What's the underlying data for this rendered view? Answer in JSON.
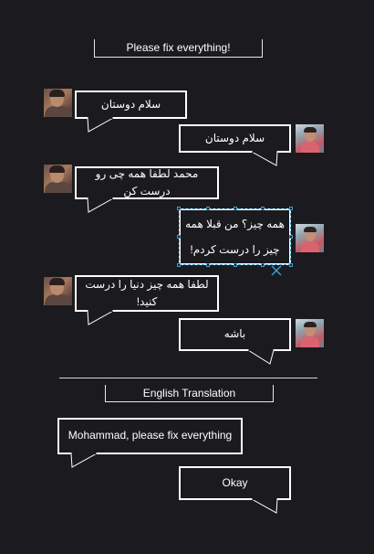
{
  "header": {
    "title": "Please fix everything!"
  },
  "messages": [
    {
      "text": "سلام دوستان"
    },
    {
      "text": "سلام دوستان"
    },
    {
      "text": "محمد لطفا همه چی رو درست کن"
    },
    {
      "line1": "همه چیز؟ من قبلا همه",
      "line2": "چیز را درست کردم!"
    },
    {
      "text": "لطفا همه چیز دنیا را درست کنید!"
    },
    {
      "text": "باشه"
    }
  ],
  "translation": {
    "title": "English Translation",
    "messages": [
      {
        "text": "Mohammad, please fix everything"
      },
      {
        "text": "Okay"
      }
    ]
  },
  "colors": {
    "background": "#1b1a1e",
    "bubble_border": "#ffffff",
    "selection": "#39a0d6"
  },
  "icons": {
    "left_avatar": "person-avatar-icon",
    "right_avatar": "person-avatar-icon"
  }
}
